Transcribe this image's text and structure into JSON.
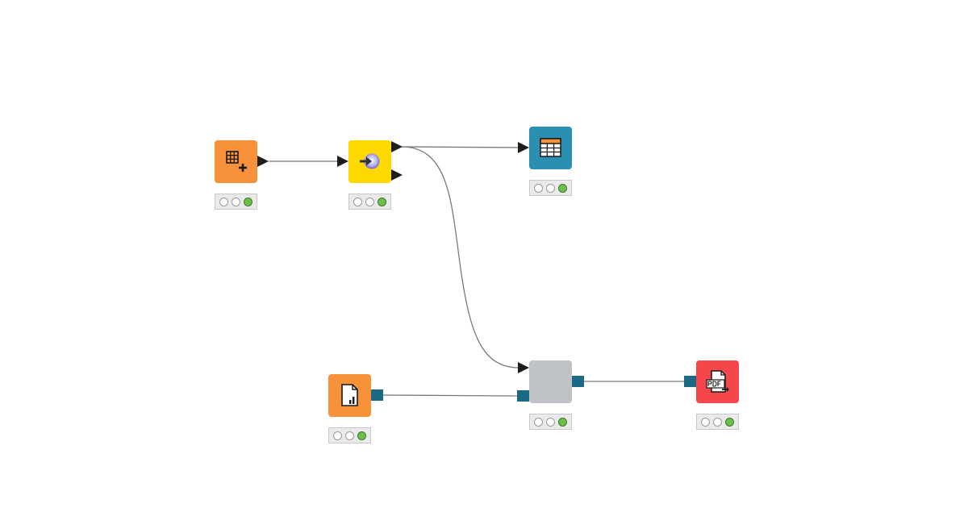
{
  "workflow": {
    "nodes": [
      {
        "id": "table-creator",
        "icon": "table-create-icon",
        "color": "#f7923a",
        "status": [
          "inactive",
          "inactive",
          "ok"
        ]
      },
      {
        "id": "component-input",
        "icon": "component-input-icon",
        "color": "#ffd800",
        "status": [
          "inactive",
          "inactive",
          "ok"
        ]
      },
      {
        "id": "table-view",
        "icon": "table-icon",
        "color": "#2a8fb0",
        "status": [
          "inactive",
          "inactive",
          "ok"
        ]
      },
      {
        "id": "report-template",
        "icon": "report-file-icon",
        "color": "#f7923a",
        "status": [
          "inactive",
          "inactive",
          "ok"
        ]
      },
      {
        "id": "report-component",
        "icon": "component-icon",
        "color": "#bfc3c7",
        "status": [
          "inactive",
          "inactive",
          "ok"
        ]
      },
      {
        "id": "pdf-writer",
        "icon": "pdf-icon",
        "color": "#f5464b",
        "status": [
          "inactive",
          "inactive",
          "ok"
        ]
      }
    ],
    "connections": [
      {
        "from": "table-creator",
        "to": "component-input",
        "type": "data"
      },
      {
        "from": "component-input",
        "to": "table-view",
        "type": "data"
      },
      {
        "from": "component-input",
        "to": "report-component",
        "type": "data"
      },
      {
        "from": "report-template",
        "to": "report-component",
        "type": "report"
      },
      {
        "from": "report-component",
        "to": "pdf-writer",
        "type": "report"
      }
    ],
    "colors": {
      "data_port": "#1e1e1e",
      "report_port": "#1a6a85",
      "connection": "#7a7a7a",
      "status_ok": "#6cc04a"
    }
  }
}
